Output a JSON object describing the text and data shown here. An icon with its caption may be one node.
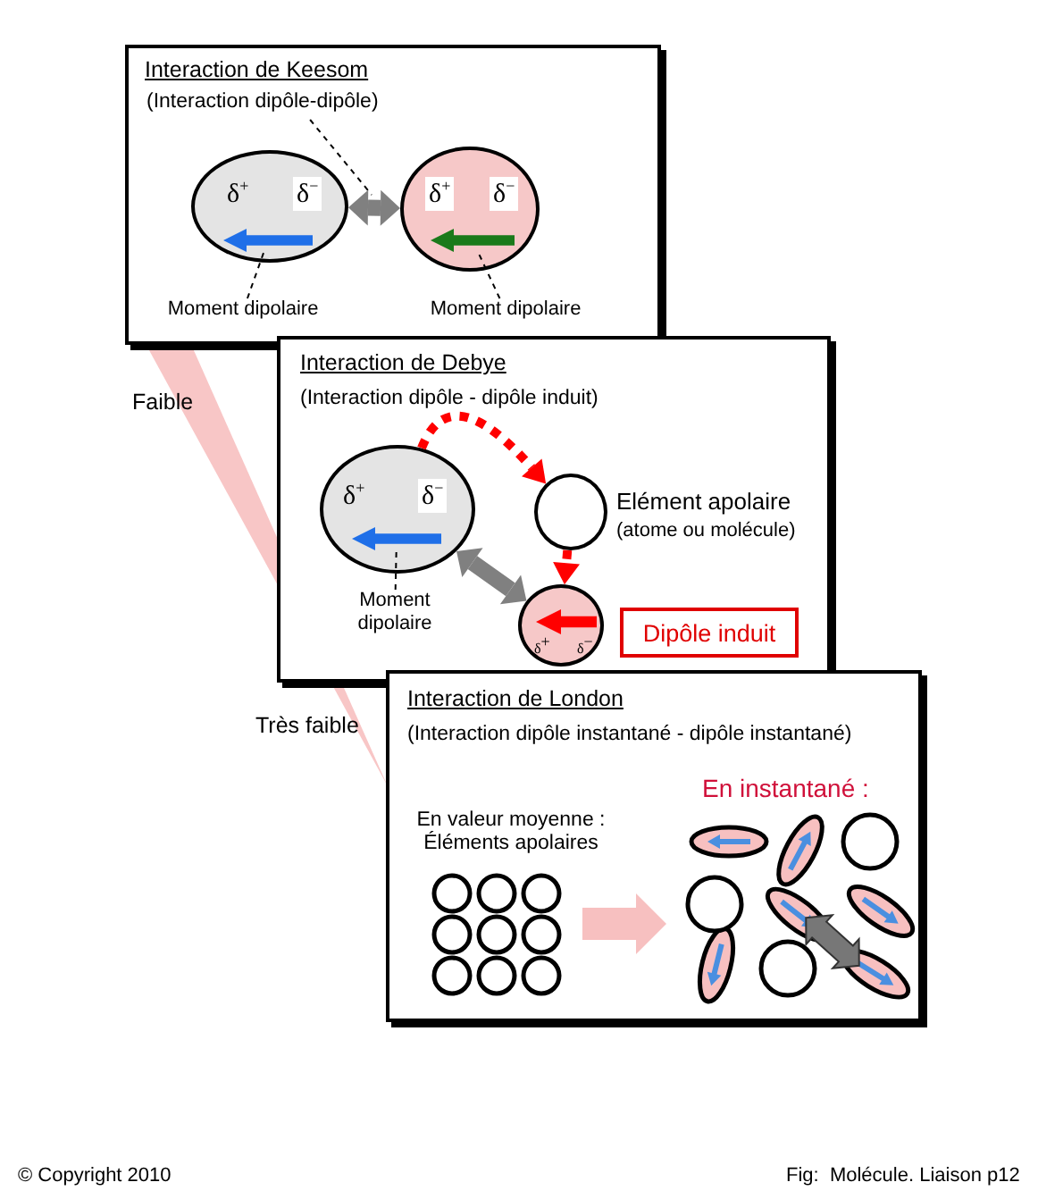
{
  "diagram": {
    "nodes": [
      {
        "text": [
          "Interaction de Keesom"
        ]
      },
      {
        "text": [
          "(Interaction dipôle-dipôle)"
        ],
        "in": 0
      },
      {
        "text": [
          "δ$^{+}$",
          "δ$^{−}$"
        ],
        "in": 0
      },
      {
        "text": [],
        "shape": "arrow",
        "in": 2
      },
      {
        "text": [
          "δ$^{+}$",
          "δ$^{−}$"
        ],
        "in": 0
      },
      {
        "text": [],
        "shape": "arrow",
        "in": 4
      },
      {
        "text": [
          "Moment dipolaire"
        ],
        "in": 0
      },
      {
        "text": [
          "Moment dipolaire"
        ],
        "in": 0
      },
      {
        "text": [
          "Interaction de Debye",
          "(Interaction dipôle - dipôle induit)"
        ]
      },
      {
        "text": [
          "δ$^{+}$",
          "δ$^{−}$"
        ],
        "in": 8
      },
      {
        "text": [],
        "shape": "arrow",
        "in": 9
      },
      {
        "text": [],
        "shape": "circle",
        "in": 8,
        "beside": [
          "Elément apolaire",
          "(atome ou molécule)"
        ]
      },
      {
        "text": [
          "δ$^{+}$",
          "δ$^{−}$"
        ],
        "in": 8
      },
      {
        "text": [
          "Dipôle induit"
        ],
        "in": 8
      },
      {
        "text": [
          "Moment dipolaire"
        ],
        "in": 8
      },
      {
        "text": [
          "Interaction de London",
          "(Interaction dipôle instantané - dipôle instantané)"
        ]
      },
      {
        "text": [],
        "shape": "arrow",
        "in": 12
      }
    ],
    "edges": [
      {
        "from": 2,
        "to": 4,
        "arrow": "both",
        "style": "thick",
        "color": "#808080"
      },
      {
        "from": 1,
        "to": null,
        "arrow": "none",
        "style": "dashed"
      },
      {
        "from": 6,
        "to": 3,
        "arrow": "none",
        "style": "dashed"
      },
      {
        "from": 7,
        "to": 5,
        "arrow": "none",
        "style": "dashed"
      },
      {
        "from": 9,
        "to": 11,
        "arrow": "to",
        "style": "dashed",
        "color": "#ff0000"
      },
      {
        "from": 11,
        "to": 12,
        "arrow": "to",
        "style": "dashed",
        "color": "#ff0000"
      },
      {
        "from": 9,
        "to": 12,
        "arrow": "both",
        "style": "thick",
        "color": "#808080"
      },
      {
        "from": 14,
        "to": 10,
        "arrow": "none",
        "style": "dashed"
      }
    ],
    "labels": [
      "En valeur moyenne : Éléments apolaires",
      "En instantané :",
      "Faible",
      "Très faible",
      "© Copyright 2010",
      "Fig:  Molécule. Liaison p12"
    ]
  }
}
